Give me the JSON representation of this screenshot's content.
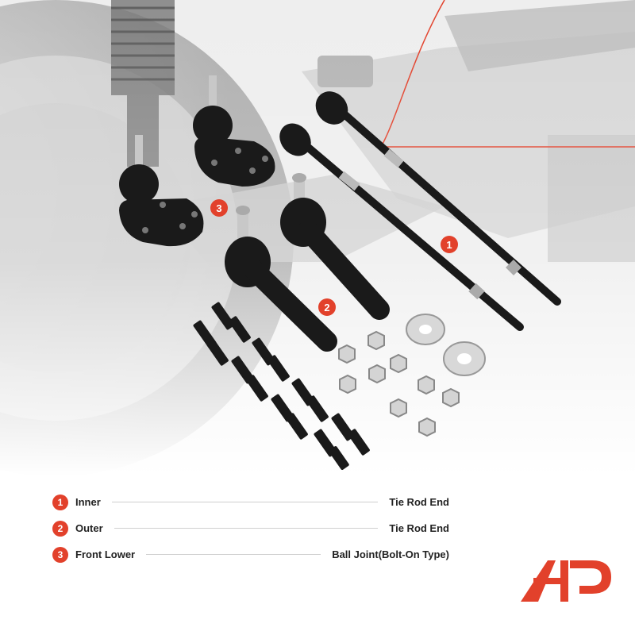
{
  "colors": {
    "accent": "#e2412b",
    "part_black": "#1a1a1a",
    "background_gray": "#e6e6e6"
  },
  "markers": [
    {
      "number": "1"
    },
    {
      "number": "2"
    },
    {
      "number": "3"
    }
  ],
  "legend": [
    {
      "number": "1",
      "left": "Inner",
      "right": "Tie Rod End"
    },
    {
      "number": "2",
      "left": "Outer",
      "right": "Tie Rod End"
    },
    {
      "number": "3",
      "left": "Front Lower",
      "right": "Ball Joint(Bolt-On Type)"
    }
  ],
  "logo": {
    "icon": "a-premium-logo-icon"
  }
}
